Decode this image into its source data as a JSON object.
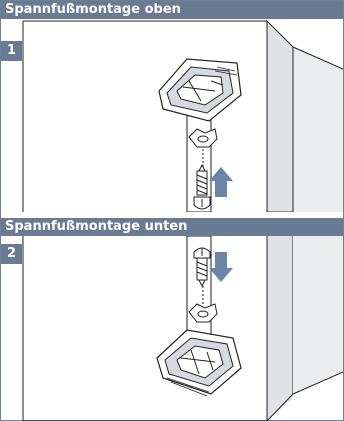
{
  "sections": [
    {
      "title": "Spannfußmontage oben",
      "step": "1"
    },
    {
      "title": "Spannfußmontage unten",
      "step": "2"
    }
  ],
  "colors": {
    "header": "#6b7a93",
    "arrow": "#6b84a8",
    "wall": "#e2e4e6",
    "line": "#222222"
  },
  "icons": [
    "clamp-foot-icon",
    "spring-clip-icon",
    "screw-icon",
    "arrow-up-icon",
    "arrow-down-icon"
  ]
}
